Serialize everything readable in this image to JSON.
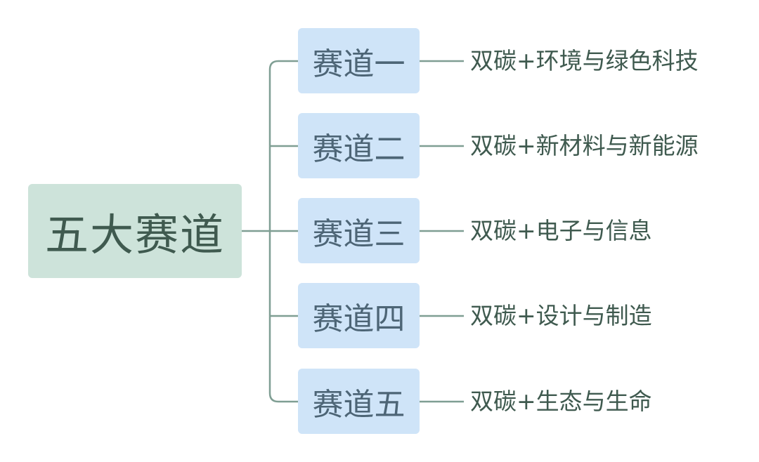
{
  "root": {
    "label": "五大赛道"
  },
  "tracks": [
    {
      "label": "赛道一",
      "desc": "双碳+环境与绿色科技"
    },
    {
      "label": "赛道二",
      "desc": "双碳+新材料与新能源"
    },
    {
      "label": "赛道三",
      "desc": "双碳+电子与信息"
    },
    {
      "label": "赛道四",
      "desc": "双碳+设计与制造"
    },
    {
      "label": "赛道五",
      "desc": "双碳+生态与生命"
    }
  ],
  "colors": {
    "root_fill": "#cde3da",
    "track_fill": "#cfe4f8",
    "connector": "#7f9e93",
    "root_text": "#3f5a4f",
    "track_text": "#4d6576"
  }
}
